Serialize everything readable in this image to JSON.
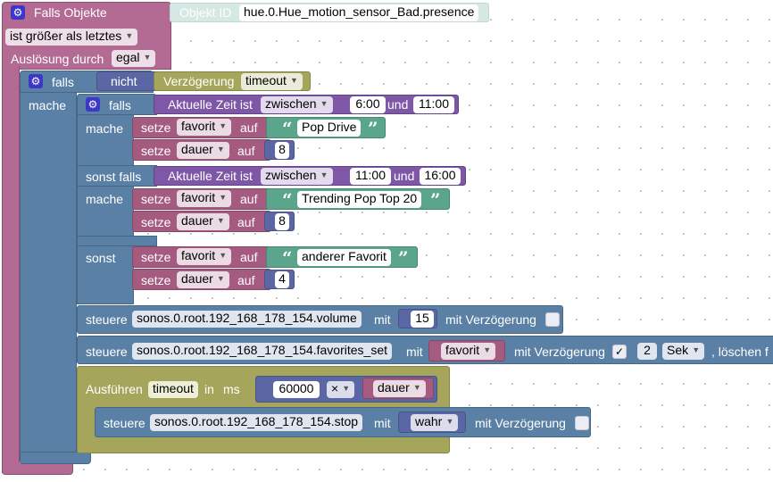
{
  "trigger": {
    "title": "Falls Objekte",
    "object_label": "Objekt ID",
    "object_id": "hue.0.Hue_motion_sensor_Bad.presence",
    "condition": "ist größer als letztes",
    "trigger_label": "Auslösung durch",
    "trigger_value": "egal"
  },
  "outer_if": {
    "falls": "falls",
    "mache": "mache",
    "nicht": "nicht",
    "delay_label": "Verzögerung",
    "delay_value": "timeout"
  },
  "inner_if": {
    "falls": "falls",
    "mache1": "mache",
    "sonst_falls": "sonst falls",
    "mache2": "mache",
    "sonst": "sonst",
    "time1": {
      "label": "Aktuelle Zeit ist",
      "op": "zwischen",
      "from": "6:00",
      "and": "und",
      "to": "11:00"
    },
    "time2": {
      "label": "Aktuelle Zeit ist",
      "op": "zwischen",
      "from": "11:00",
      "and": "und",
      "to": "16:00"
    },
    "sets": [
      {
        "setze": "setze",
        "var": "favorit",
        "auf": "auf",
        "text": "Pop Drive"
      },
      {
        "setze": "setze",
        "var": "dauer",
        "auf": "auf",
        "num": "8"
      },
      {
        "setze": "setze",
        "var": "favorit",
        "auf": "auf",
        "text": "Trending Pop Top 20"
      },
      {
        "setze": "setze",
        "var": "dauer",
        "auf": "auf",
        "num": "8"
      },
      {
        "setze": "setze",
        "var": "favorit",
        "auf": "auf",
        "text": "anderer Favorit"
      },
      {
        "setze": "setze",
        "var": "dauer",
        "auf": "auf",
        "num": "4"
      }
    ]
  },
  "control_volume": {
    "steuere": "steuere",
    "target": "sonos.0.root.192_168_178_154.volume",
    "mit": "mit",
    "value": "15",
    "delay_label": "mit Verzögerung"
  },
  "control_fav": {
    "steuere": "steuere",
    "target": "sonos.0.root.192_168_178_154.favorites_set",
    "mit": "mit",
    "value": "favorit",
    "delay_label": "mit Verzögerung",
    "check": "✓",
    "delay": "2",
    "unit": "Sek",
    "tail": ", löschen f"
  },
  "timeout": {
    "label": "Ausführen",
    "name": "timeout",
    "in": "in",
    "unit": "ms",
    "ms": "60000",
    "op": "×",
    "var": "dauer"
  },
  "control_stop": {
    "steuere": "steuere",
    "target": "sonos.0.root.192_168_178_154.stop",
    "mit": "mit",
    "value": "wahr",
    "delay_label": "mit Verzögerung"
  },
  "colors": {
    "trigger": "#b36b94",
    "control": "#5b80a5",
    "logic": "#5b67a5",
    "date": "#7e57a6",
    "text": "#5ba58c",
    "variable": "#a55b80",
    "timer": "#a5a55b",
    "gear": "#3d36c6"
  },
  "icons": {
    "gear": "gear-icon",
    "dropdown": "chevron-down-icon",
    "quote_open": "“",
    "quote_close": "”",
    "arrow": "▾"
  }
}
